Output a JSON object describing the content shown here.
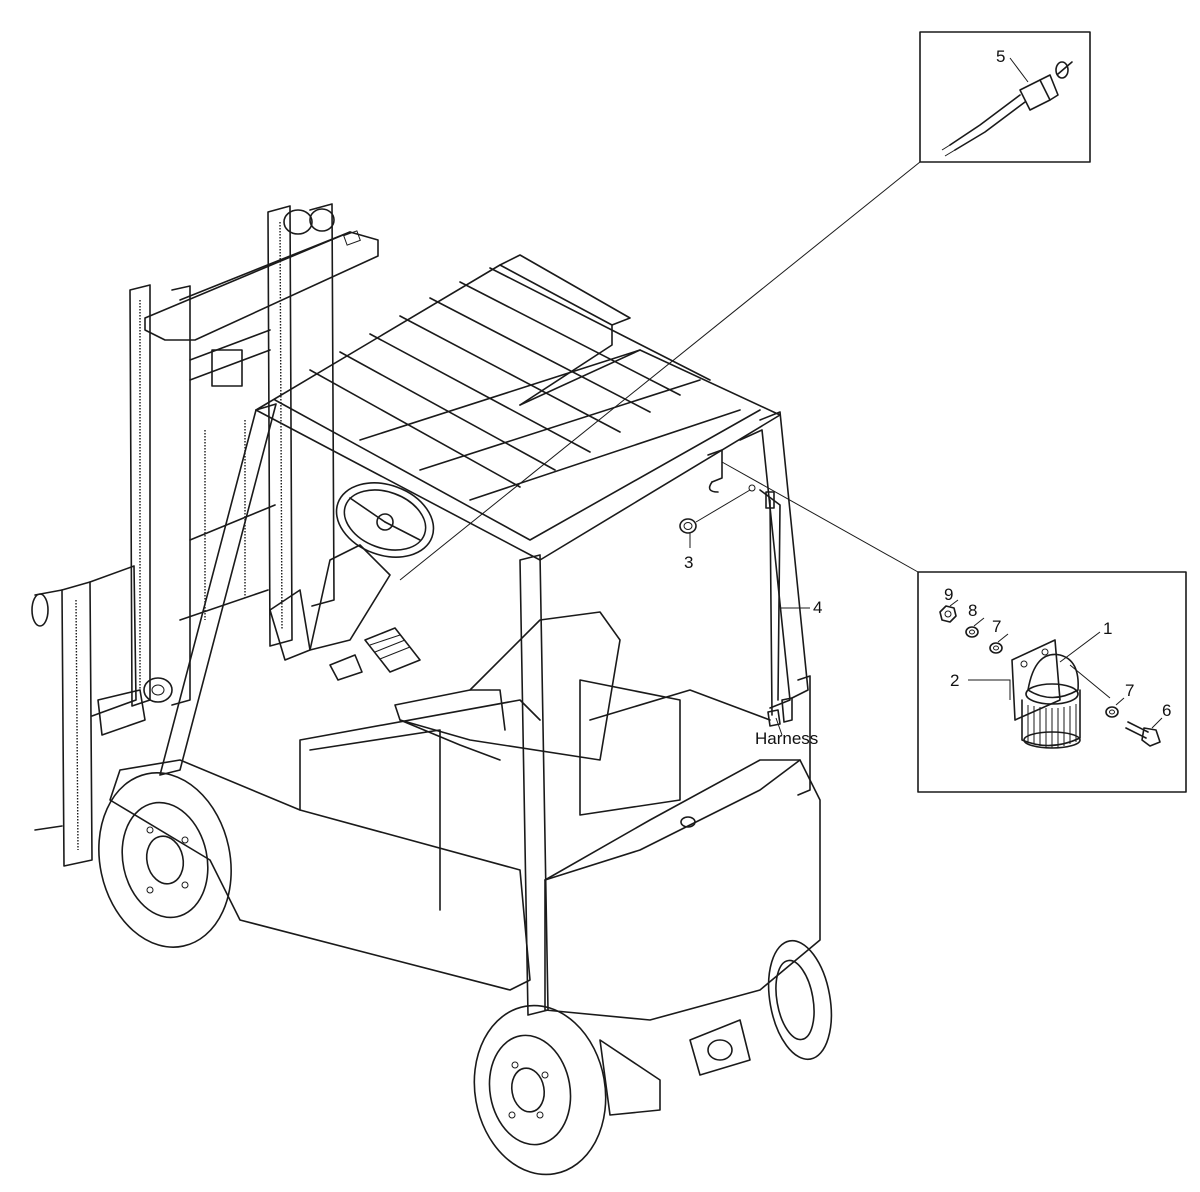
{
  "callouts": {
    "c1": "1",
    "c2": "2",
    "c3": "3",
    "c4": "4",
    "c5": "5",
    "c6": "6",
    "c7a": "7",
    "c7b": "7",
    "c8": "8",
    "c9": "9",
    "harness": "Harness"
  }
}
